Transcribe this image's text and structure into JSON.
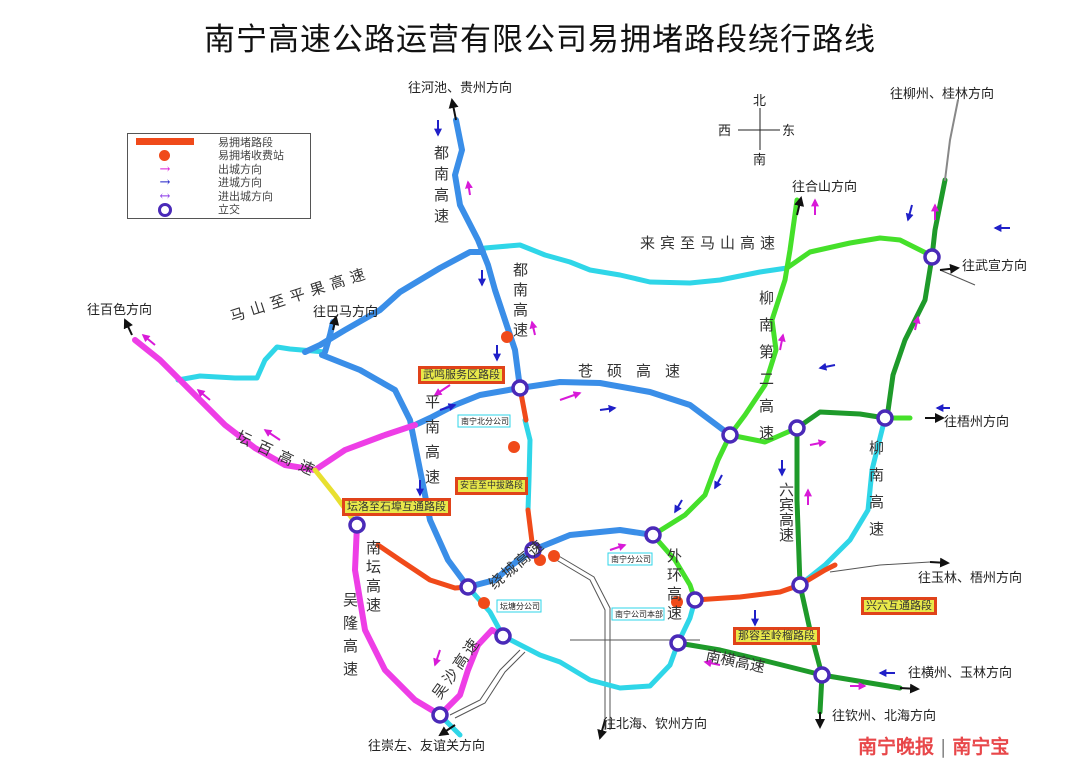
{
  "title": "南宁高速公路运营有限公司易拥堵路段绕行路线",
  "legend": {
    "items": [
      {
        "label": "易拥堵路段",
        "symbol": "red-bar"
      },
      {
        "label": "易拥堵收费站",
        "symbol": "red-dot"
      },
      {
        "label": "出城方向",
        "symbol": "magenta-arrow"
      },
      {
        "label": "进城方向",
        "symbol": "blue-arrow"
      },
      {
        "label": "进出城方向",
        "symbol": "purple-double-arrow"
      },
      {
        "label": "立交",
        "symbol": "purple-ring"
      }
    ]
  },
  "compass": {
    "north": "北",
    "south": "南",
    "west": "西",
    "east": "东"
  },
  "directions": {
    "hechi_guizhou": "往河池、贵州方向",
    "liuzhou_guilin": "往柳州、桂林方向",
    "heshan": "往合山方向",
    "wuxuan": "往武宣方向",
    "baise": "往百色方向",
    "bama": "往巴马方向",
    "wuzhou": "往梧州方向",
    "yulin_wuzhou": "往玉林、梧州方向",
    "hengzhou_yulin": "往横州、玉林方向",
    "qinzhou_beihai": "往钦州、北海方向",
    "beihai_qinzhou": "往北海、钦州方向",
    "chongzuo_youyiguan": "往崇左、友谊关方向"
  },
  "roads": {
    "dunan_1": "都南高速",
    "dunan_2": "都南高速",
    "laibin_mashan": "来宾至马山高速",
    "mashan_pingguo": "马山至平果高速",
    "cangshuo": "苍硕高速",
    "pingnan": "平南高速",
    "tanbai": "坛百高速",
    "liunan_second": "柳南第二高速",
    "liunan": "柳南高速",
    "liubin": "六宾高速",
    "nantan": "南坛高速",
    "raocheng": "绕城高速",
    "waihuan": "外环高速",
    "wulong": "吴隆高速",
    "wusha": "吴沙高速",
    "nanheng": "南横高速"
  },
  "congested_segments": [
    "武鸣服务区路段",
    "坛洛至石埠互通路段",
    "安吉至中拔路段",
    "那容至岭榴路段",
    "兴六互通路段"
  ],
  "offices": [
    "南宁北分公司",
    "坛塘分公司",
    "南宁分公司",
    "南宁公司本部"
  ],
  "colors": {
    "congested": "#f04a1a",
    "blue_road": "#3a8ee8",
    "cyan_road": "#2fd6e8",
    "magenta_road": "#ee3ee6",
    "light_green_road": "#45e02a",
    "dark_green_road": "#1e9a2a",
    "interchange": "#4a2ab8",
    "out_arrow": "#d81ad8",
    "in_arrow": "#2020c8"
  },
  "watermark": {
    "left": "南宁晚报",
    "right": "南宁宝"
  }
}
